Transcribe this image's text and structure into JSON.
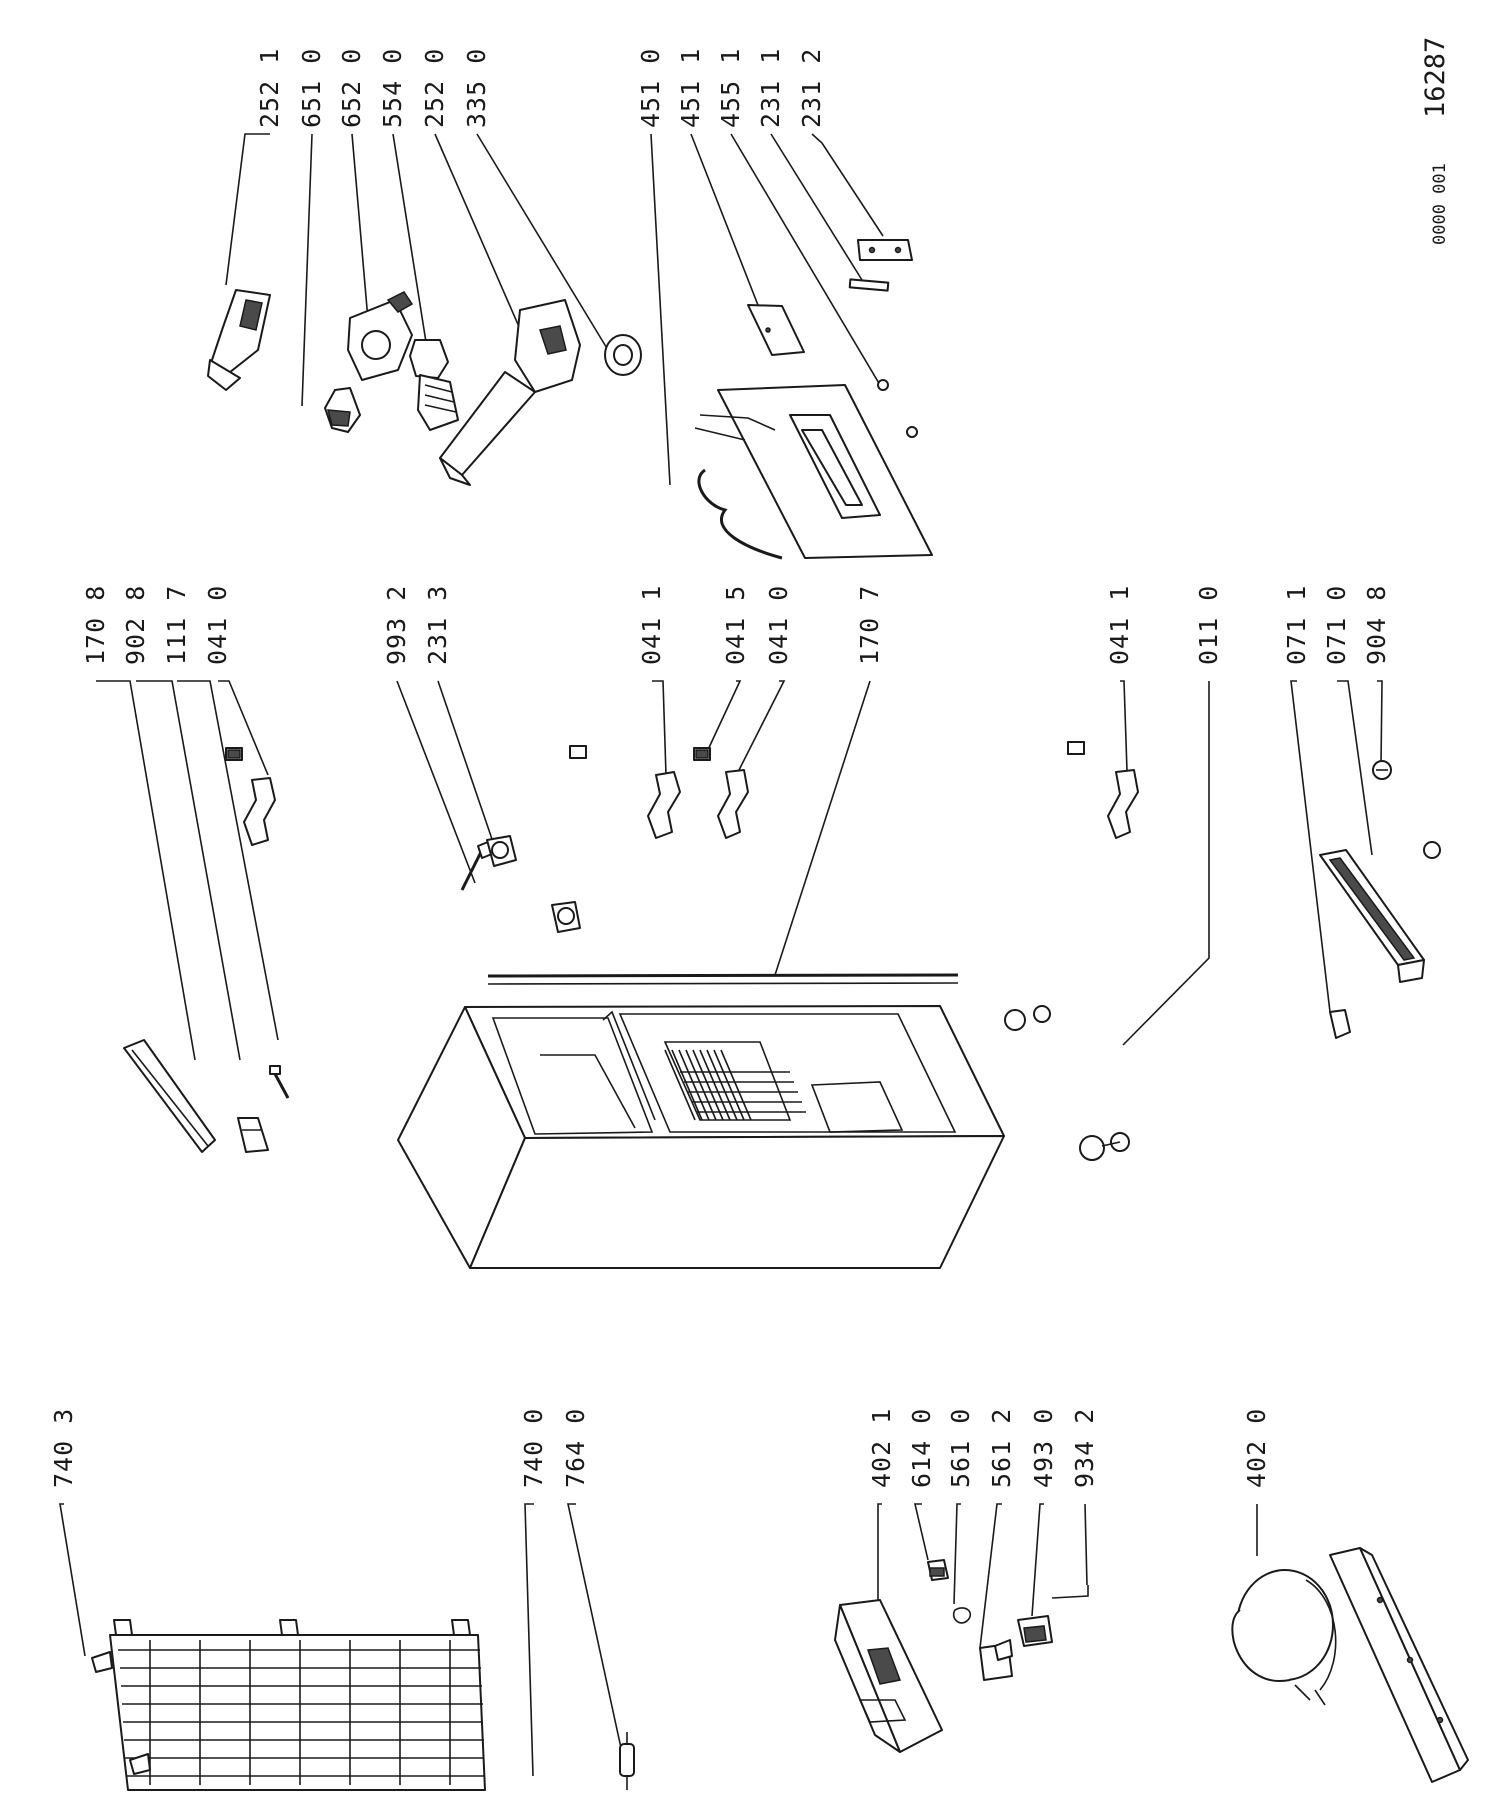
{
  "document": {
    "id_code": "0000 001",
    "drawing_number": "16287"
  },
  "labels": {
    "l2521": "252 1",
    "l6510": "651 0",
    "l6520": "652 0",
    "l5540": "554 0",
    "l2520": "252 0",
    "l3350": "335 0",
    "l4510": "451 0",
    "l4511": "451 1",
    "l4551": "455 1",
    "l2311": "231 1",
    "l2312": "231 2",
    "l1708": "170 8",
    "l9028": "902 8",
    "l1117": "111 7",
    "l0410a": "041 0",
    "l9932": "993 2",
    "l2313": "231 3",
    "l0411a": "041 1",
    "l0415": "041 5",
    "l0410b": "041 0",
    "l1707": "170 7",
    "l0411b": "041 1",
    "l0110": "011 0",
    "l0711": "071 1",
    "l0710": "071 0",
    "l9048": "904 8",
    "l7403": "740 3",
    "l7400": "740 0",
    "l7640": "764 0",
    "l4021": "402 1",
    "l6140": "614 0",
    "l5610": "561 0",
    "l5612": "561 2",
    "l4930": "493 0",
    "l9342": "934 2",
    "l4020": "402 0"
  }
}
